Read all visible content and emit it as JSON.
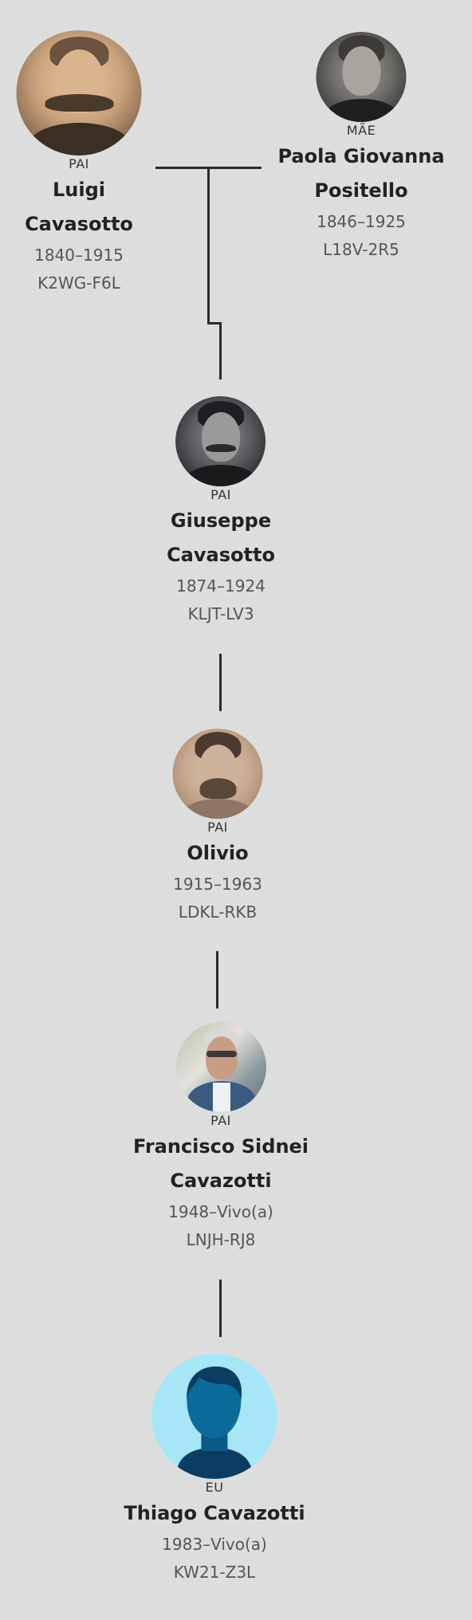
{
  "people": [
    {
      "key": "luigi",
      "relation": "PAI",
      "name_line1": "Luigi",
      "name_line2": "Cavasotto",
      "dates": "1840–1915",
      "pid": "K2WG-F6L"
    },
    {
      "key": "paola",
      "relation": "MÃE",
      "name_line1": "Paola Giovanna",
      "name_line2": "Positello",
      "dates": "1846–1925",
      "pid": "L18V-2R5"
    },
    {
      "key": "giuseppe",
      "relation": "PAI",
      "name_line1": "Giuseppe",
      "name_line2": "Cavasotto",
      "dates": "1874–1924",
      "pid": "KLJT-LV3"
    },
    {
      "key": "olivio",
      "relation": "PAI",
      "name_line1": "Olivio",
      "name_line2": "",
      "dates": "1915–1963",
      "pid": "LDKL-RKB"
    },
    {
      "key": "francisco",
      "relation": "PAI",
      "name_line1": "Francisco Sidnei",
      "name_line2": "Cavazotti",
      "dates": "1948–Vivo(a)",
      "pid": "LNJH-RJ8"
    },
    {
      "key": "thiago",
      "relation": "EU",
      "name_line1": "Thiago Cavazotti",
      "name_line2": "",
      "dates": "1983–Vivo(a)",
      "pid": "KW21-Z3L"
    }
  ]
}
